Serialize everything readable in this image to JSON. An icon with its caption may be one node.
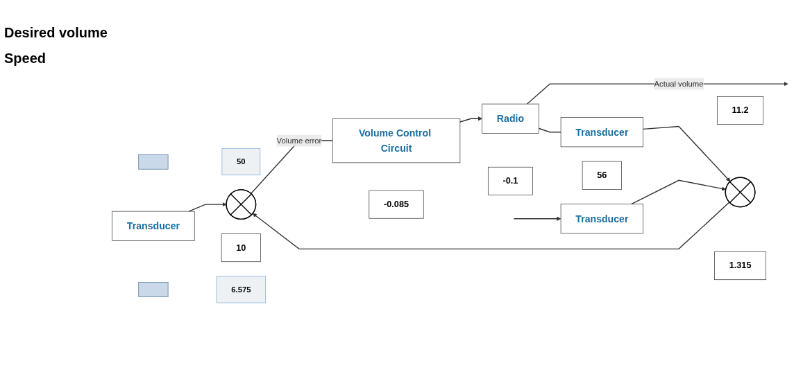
{
  "diagram": {
    "nodes": [
      {
        "text": [
          "50"
        ]
      },
      {
        "text": [],
        "shape": "box"
      },
      {
        "text": [
          "Transducer"
        ]
      },
      {
        "text": [],
        "shape": "circle"
      },
      {
        "text": [
          "10"
        ]
      },
      {
        "text": [
          "Volume Control Circuit"
        ]
      },
      {
        "text": [
          "-0.085"
        ]
      },
      {
        "text": [
          "Radio"
        ]
      },
      {
        "text": [
          "-0.1"
        ]
      },
      {
        "text": [
          "56"
        ]
      },
      {
        "text": [
          "11.2"
        ]
      },
      {
        "text": [],
        "shape": "circle"
      },
      {
        "text": [
          "Transducer"
        ]
      },
      {
        "text": [
          "1.315"
        ]
      },
      {
        "text": [
          "Transducer"
        ]
      },
      {
        "text": [],
        "shape": "box"
      },
      {
        "text": [
          "6.575"
        ]
      }
    ],
    "edges": [
      {
        "from": 2,
        "to": 3,
        "arrow": "to"
      },
      {
        "from": 3,
        "to": 5,
        "arrow": "none",
        "label": "Volume error"
      },
      {
        "from": 5,
        "to": 7,
        "arrow": "to"
      },
      {
        "from": 7,
        "to": null,
        "arrow": "to",
        "label": "Actual volume"
      },
      {
        "from": 7,
        "to": 12,
        "arrow": "none"
      },
      {
        "from": 12,
        "to": 11,
        "arrow": "to"
      },
      {
        "from": 11,
        "to": 3,
        "arrow": "to"
      },
      {
        "from": 14,
        "to": 11,
        "arrow": "to"
      },
      {
        "from": null,
        "to": 14,
        "arrow": "to"
      }
    ],
    "labels": [
      "Desired volume",
      "Speed"
    ]
  }
}
